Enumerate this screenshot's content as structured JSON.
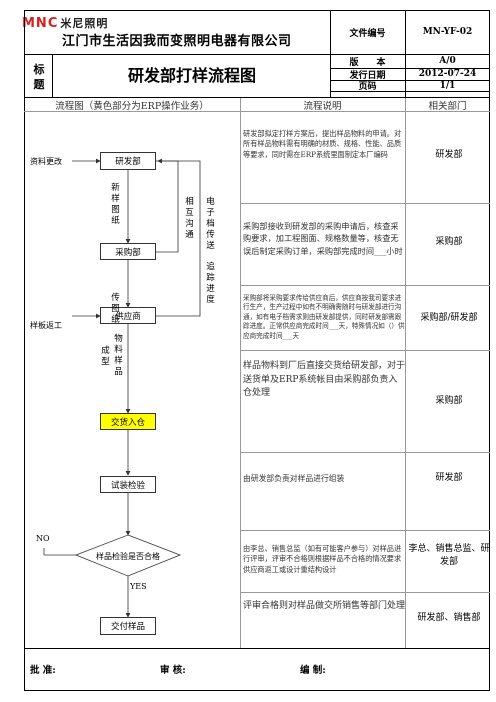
{
  "header": {
    "logo_brand": "MNC",
    "logo_cn": "米尼照明",
    "company": "江门市生活因我而变照明电器有限公司",
    "doc_no_label": "文件编号",
    "doc_no_value": "MN-YF-02",
    "biaoti_label": "标 题",
    "title": "研发部打样流程图",
    "version_label": "版　　本",
    "version_value": "A/0",
    "date_label": "发行日期",
    "date_value": "2012-07-24",
    "page_label": "页码",
    "page_value": "1/1"
  },
  "columns": {
    "flow": "流程图（黄色部分为ERP操作业务）",
    "desc": "流程说明",
    "dept": "相关部门"
  },
  "flow": {
    "box_rd": "研发部",
    "box_purchase": "采购部",
    "box_supplier": "供应商",
    "box_delivery": "交货入仓",
    "box_trial": "试装检验",
    "diamond": "样品检验是否合格",
    "box_deliver_sample": "交付样品",
    "side_change": "资料更改",
    "side_return": "样板返工",
    "no_label": "NO",
    "yes_label": "YES",
    "v_new_drawing": "新样图纸",
    "v_send_drawing": "传图纸",
    "v_mutual": "相互沟通",
    "v_email": "电子档传送",
    "v_track": "追踪进度",
    "v_sample_goods": "物料样品",
    "v_formed": "成型"
  },
  "rows": [
    {
      "desc": "研发部拟定打样方案后，提出样品物料的申请。对所有样品物料需有明确的材质、规格、性能、品质等要求，同时需在ERP系统里面制定本厂编码",
      "dept": "研发部"
    },
    {
      "desc": "采购部接收到研发部的采购申请后，核查采购要求，加工程图面、规格数量等，核查无误后制定采购订单，采购部完成时间___小时",
      "dept": "采购部"
    },
    {
      "desc": "采购部将采购要求传给供应商后，供应商按我司要求进行生产，生产过程中如有不明确需随时与研发部进行沟通，如有电子档需求则由研发部提供，同时研发部需跟踪进度。正常供应商完成时间___天，特殊情况如（）供应商完成时间___天",
      "dept": "采购部/研发部"
    },
    {
      "desc": "样品物料到厂后直接交货给研发部，对于送货单及ERP系统帐目由采购部负责入仓处理",
      "dept": "采购部"
    },
    {
      "desc": "由研发部负责对样品进行组装",
      "dept": "研发部"
    },
    {
      "desc": "由李总、销售总监（如有可能客户参与）对样品进行评审，评审不合格则根据样品不合格的情况要求供应商返工或设计重结构设计",
      "dept": "李总、销售总监、研发部"
    },
    {
      "desc": "评审合格则对样品做交所销售等部门处理",
      "dept": "研发部、销售部"
    }
  ],
  "footer": {
    "approve": "批 准:",
    "review": "审 核:",
    "prepare": "编 制:"
  }
}
